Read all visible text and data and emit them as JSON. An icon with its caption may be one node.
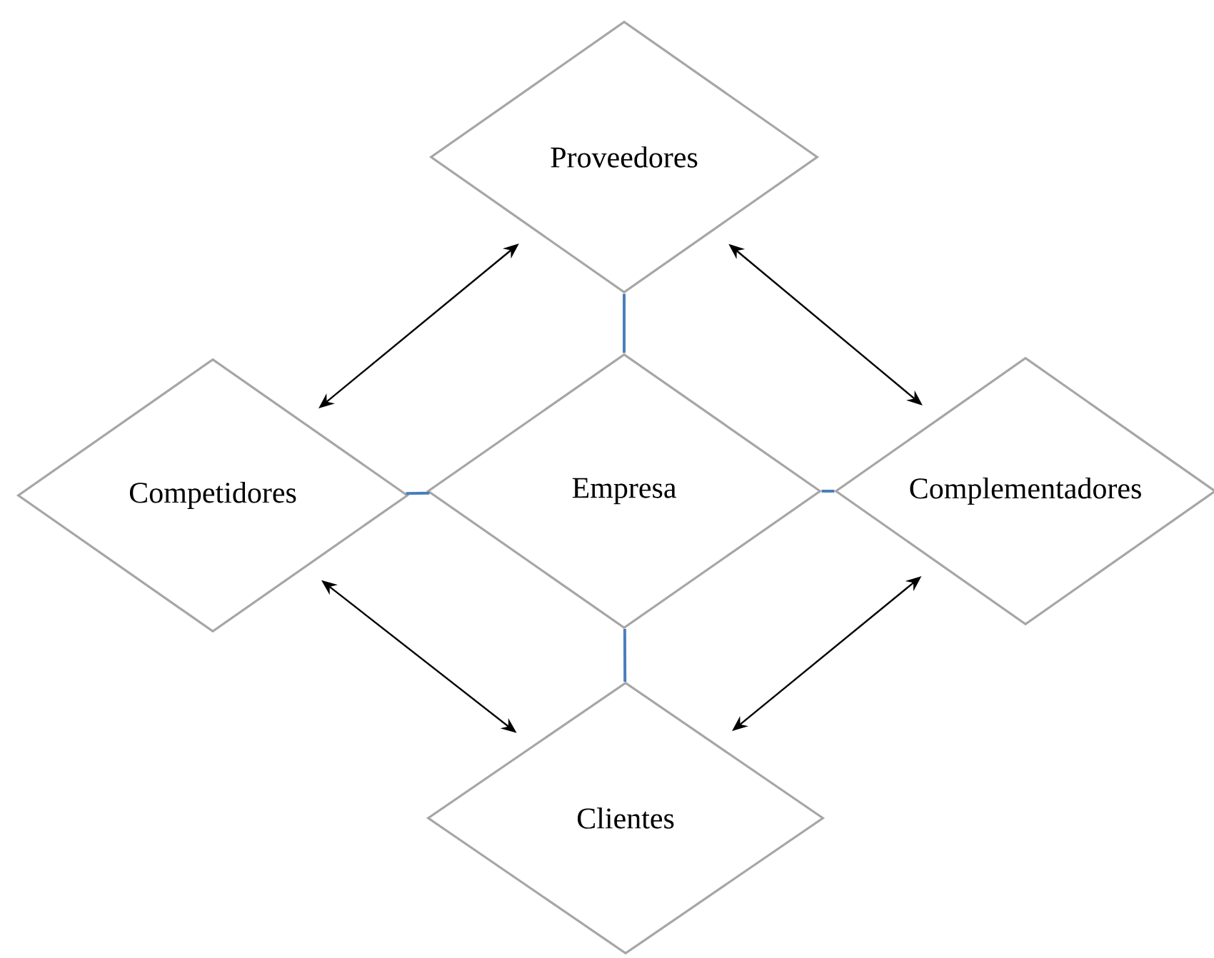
{
  "diagram": {
    "nodes": [
      {
        "text": [
          "Proveedores"
        ]
      },
      {
        "text": [
          "Competidores"
        ]
      },
      {
        "text": [
          "Empresa"
        ]
      },
      {
        "text": [
          "Complementadores"
        ]
      },
      {
        "text": [
          "Clientes"
        ]
      }
    ],
    "edges": [
      {
        "from": 0,
        "to": 2,
        "arrow": "none",
        "color": "#4a7ebb"
      },
      {
        "from": 1,
        "to": 2,
        "arrow": "none",
        "color": "#4a7ebb"
      },
      {
        "from": 2,
        "to": 3,
        "arrow": "none",
        "color": "#4a7ebb"
      },
      {
        "from": 2,
        "to": 4,
        "arrow": "none",
        "color": "#4a7ebb"
      },
      {
        "from": 0,
        "to": 1,
        "arrow": "both",
        "color": "#000000"
      },
      {
        "from": 0,
        "to": 3,
        "arrow": "both",
        "color": "#000000"
      },
      {
        "from": 1,
        "to": 4,
        "arrow": "both",
        "color": "#000000"
      },
      {
        "from": 3,
        "to": 4,
        "arrow": "both",
        "color": "#000000"
      }
    ]
  }
}
